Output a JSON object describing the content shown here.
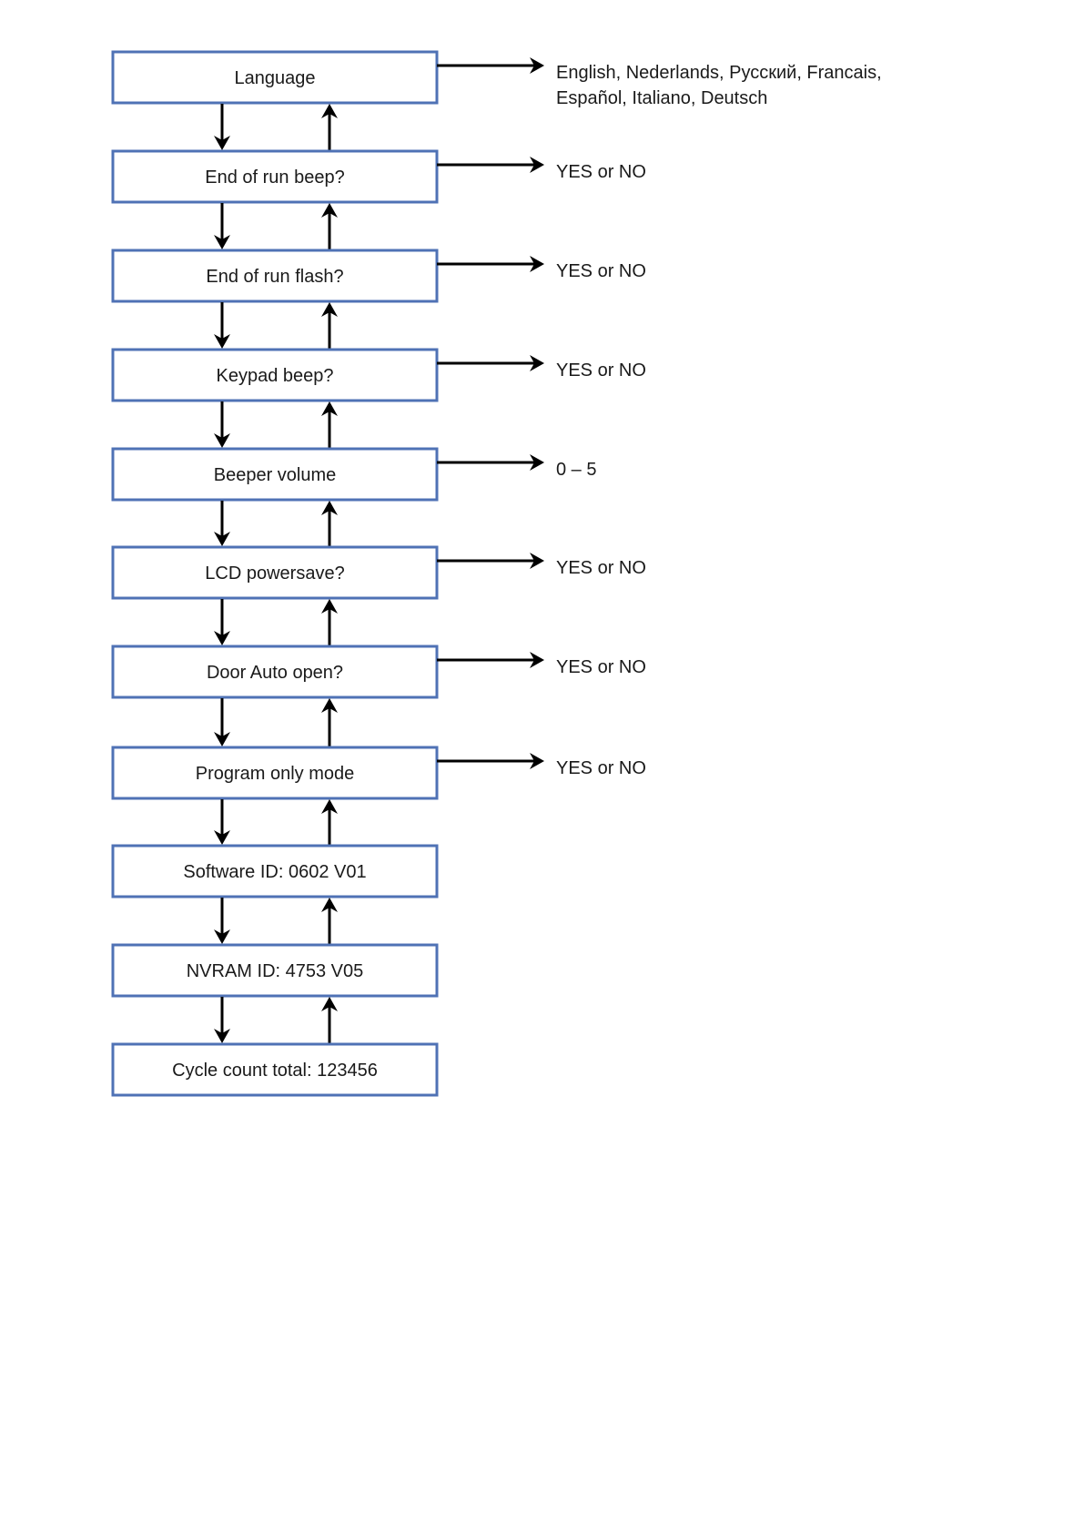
{
  "steps": [
    {
      "label": "Language",
      "options": [
        "English, Nederlands, Русский, Francais,",
        "Español, Italiano, Deutsch"
      ]
    },
    {
      "label": "End of run beep?",
      "options": [
        "YES or NO"
      ]
    },
    {
      "label": "End of run flash?",
      "options": [
        "YES or NO"
      ]
    },
    {
      "label": "Keypad beep?",
      "options": [
        "YES or NO"
      ]
    },
    {
      "label": "Beeper volume",
      "options": [
        "0 – 5"
      ]
    },
    {
      "label": "LCD powersave?",
      "options": [
        "YES or NO"
      ]
    },
    {
      "label": "Door Auto open?",
      "options": [
        "YES or NO"
      ]
    },
    {
      "label": "Program only mode",
      "options": [
        "YES or NO"
      ]
    },
    {
      "label": "Software ID: 0602 V01",
      "options": []
    },
    {
      "label": "NVRAM ID: 4753 V05",
      "options": []
    },
    {
      "label": "Cycle count total: 123456",
      "options": []
    }
  ],
  "colors": {
    "box_border": "#4f72b5",
    "arrow": "#000000",
    "text": "#1a1a1a"
  }
}
